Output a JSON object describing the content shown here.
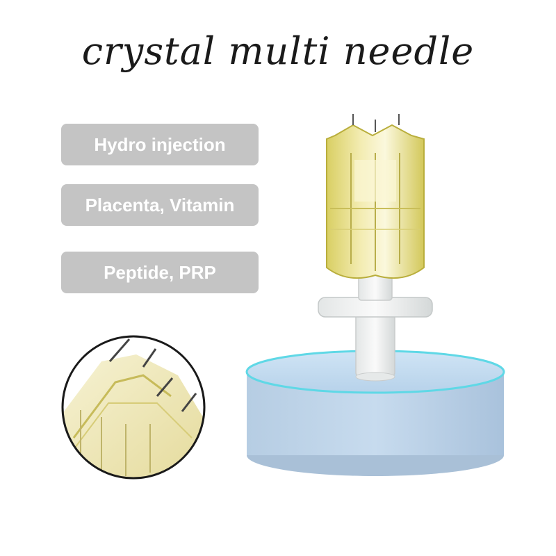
{
  "title": "crystal multi needle",
  "badges": [
    "Hydro injection",
    "Placenta, Vitamin",
    "Peptide, PRP"
  ],
  "colors": {
    "badge_bg": "#c4c4c4",
    "badge_text": "#ffffff",
    "pedestal": "#b9cfe3",
    "pedestal_rim": "#4fd6e6",
    "needle_tint": "#e8e08a"
  }
}
